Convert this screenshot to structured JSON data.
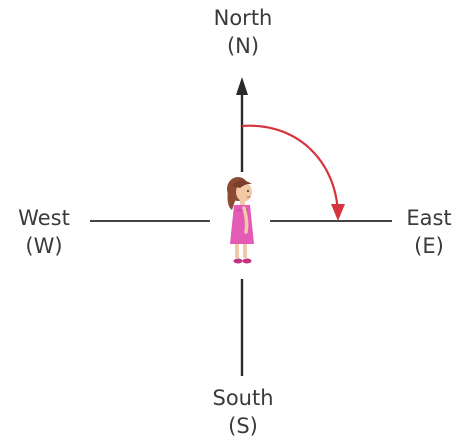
{
  "directions": {
    "north": {
      "name": "North",
      "abbr": "(N)"
    },
    "south": {
      "name": "South",
      "abbr": "(S)"
    },
    "west": {
      "name": "West",
      "abbr": "(W)"
    },
    "east": {
      "name": "East",
      "abbr": "(E)"
    }
  },
  "colors": {
    "line": "#2a2a2a",
    "turn_arrow": "#d6343c",
    "dress": "#e35bb4",
    "hair": "#8b4a32",
    "skin": "#f1c9a6"
  },
  "icons": {
    "figure": "girl-figure-icon",
    "turn": "clockwise-turn-arrow-icon"
  }
}
